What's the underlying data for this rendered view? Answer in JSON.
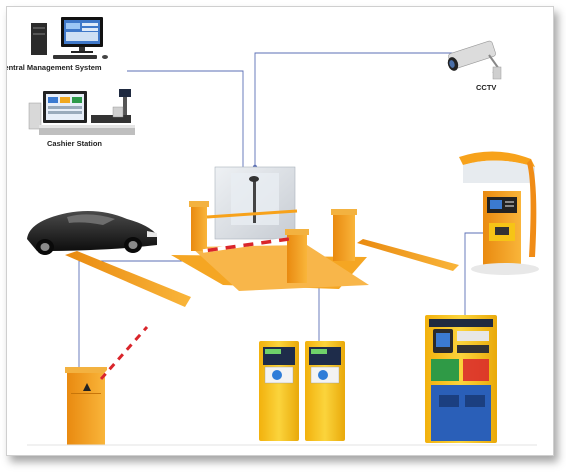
{
  "labels": {
    "central_management": "Central Management System",
    "cashier_station": "Cashier Station",
    "cctv": "CCTV"
  },
  "colors": {
    "barrier_orange": "#f7a21b",
    "barrier_yellow": "#f6c416",
    "connector_line": "#5b6fb5",
    "glass_booth": "#d9dde2",
    "boom_red": "#d9252b",
    "car_black": "#1a1a1a",
    "pay_station_blue": "#2a5fb8"
  },
  "icons": [
    "computer-icon",
    "cashier-terminal-icon",
    "cctv-camera-icon",
    "sports-car-icon",
    "barrier-gate-icon",
    "ticket-dispenser-icon",
    "pay-station-icon",
    "parking-kiosk-icon"
  ]
}
